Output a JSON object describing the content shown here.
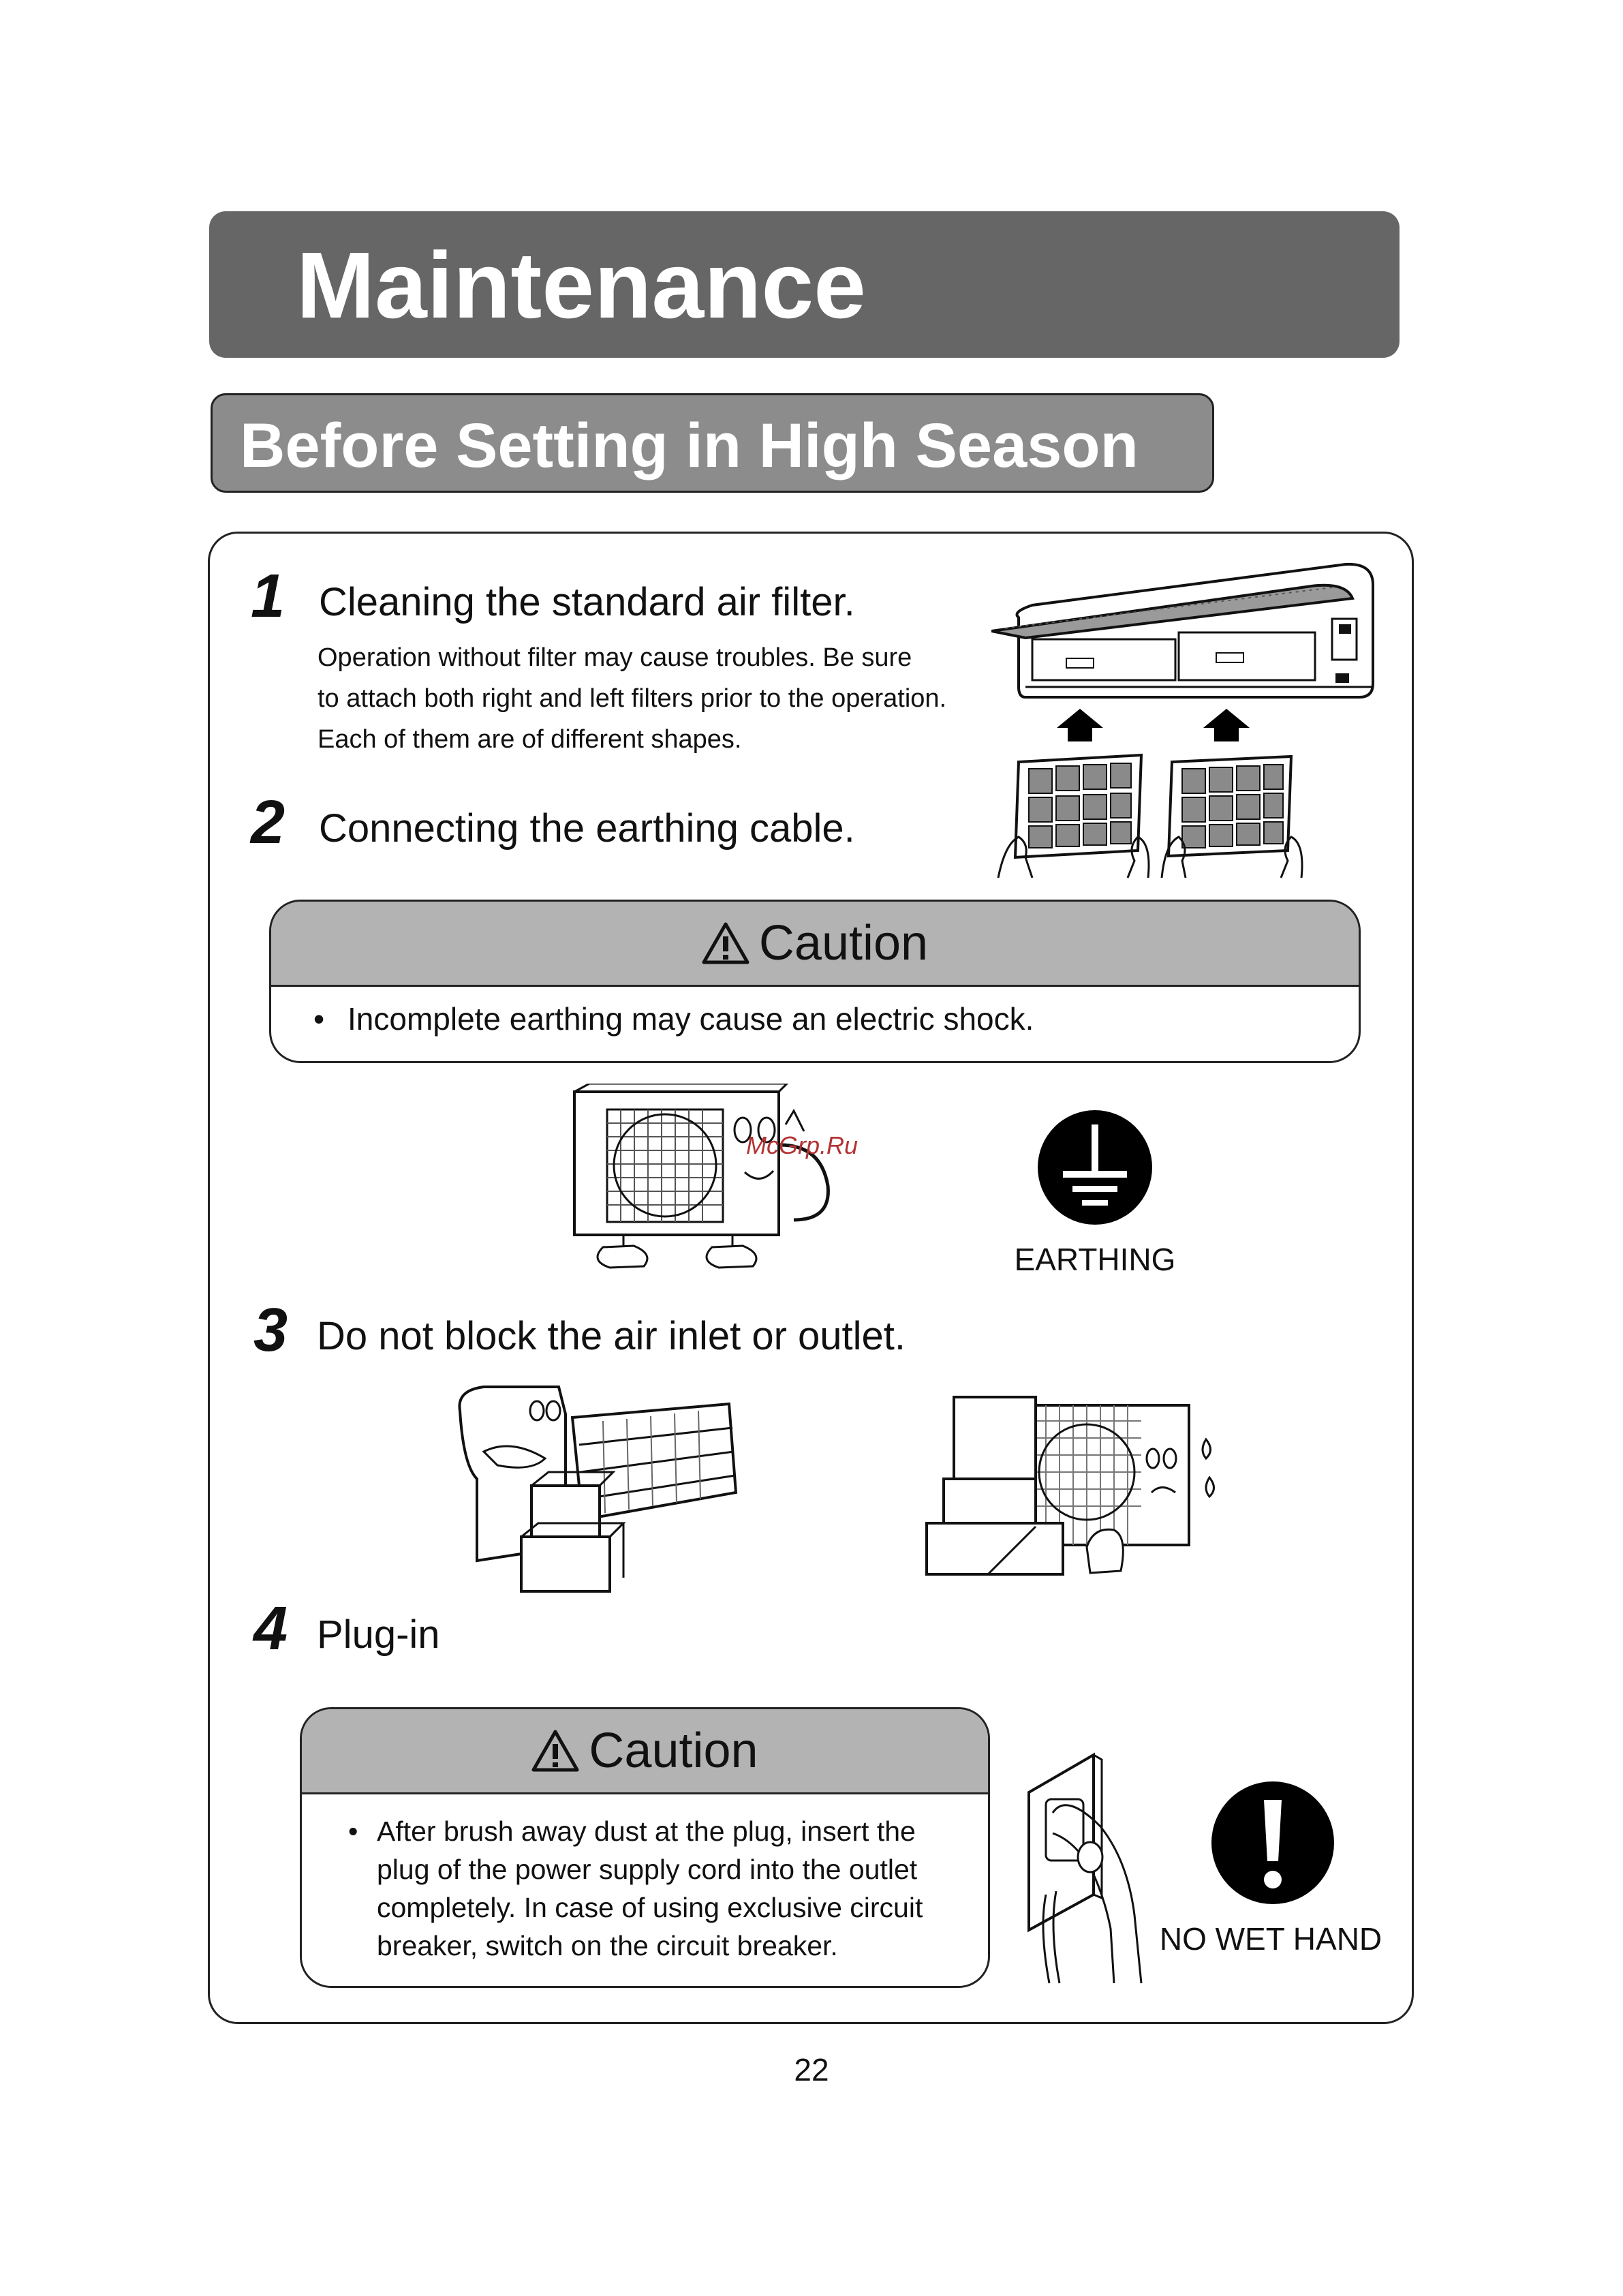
{
  "header": {
    "title": "Maintenance"
  },
  "section": {
    "title": "Before Setting in High Season"
  },
  "steps": [
    {
      "number": "1",
      "title": "Cleaning the standard air filter.",
      "description_lines": [
        "Operation  without  filter  may  cause  troubles. Be sure",
        "to attach both right and left filters prior to the operation.",
        "Each of them are of different shapes."
      ]
    },
    {
      "number": "2",
      "title": "Connecting the earthing cable."
    },
    {
      "number": "3",
      "title": "Do not block the air inlet or outlet."
    },
    {
      "number": "4",
      "title": "Plug-in"
    }
  ],
  "caution_earthing": {
    "heading": "Caution",
    "bullet": "Incomplete earthing may cause an electric shock."
  },
  "caution_plug": {
    "heading": "Caution",
    "lines": [
      "After  brush  away dust at the plug, insert the",
      "plug of  the power supply cord into the outlet",
      "completely. In case of using exclusive circuit",
      "breaker, switch on the circuit breaker."
    ]
  },
  "symbols": {
    "earthing_label": "EARTHING",
    "no_wet_hand_label": "NO WET HAND"
  },
  "watermark": "McGrp.Ru",
  "page_number": "22",
  "icons": [
    "warning-triangle-icon",
    "earthing-icon",
    "exclamation-icon",
    "bullet-dot-icon"
  ]
}
